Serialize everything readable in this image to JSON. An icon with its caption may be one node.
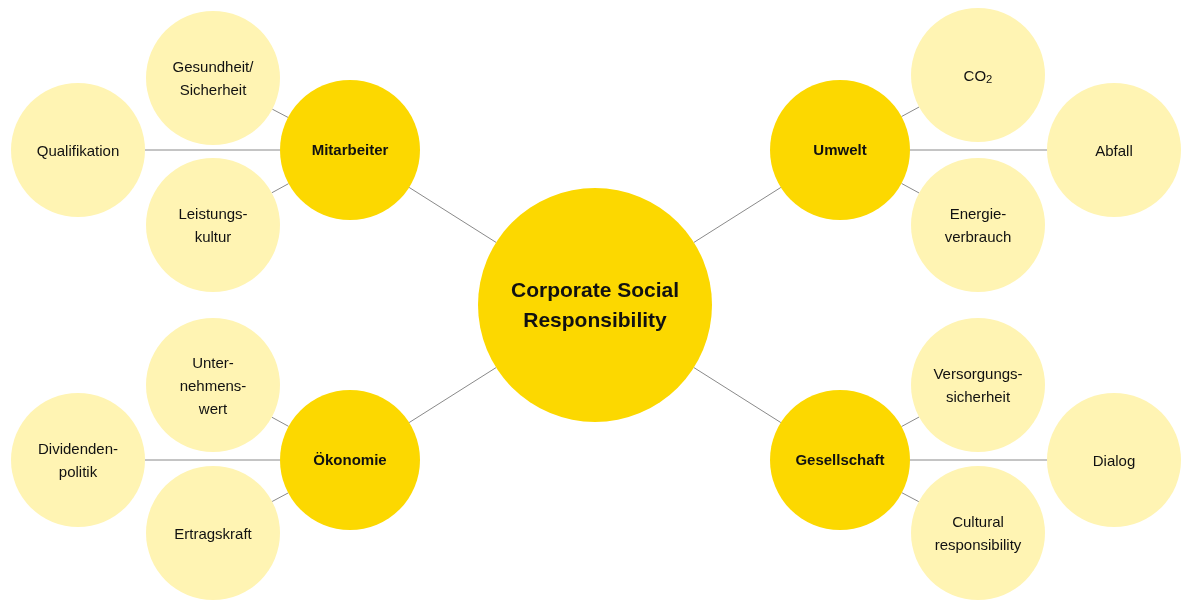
{
  "diagram": {
    "nodes": [
      {
        "text": [
          "Corporate Social Responsibility"
        ]
      },
      {
        "text": [
          "Mitarbeiter"
        ]
      },
      {
        "text": [
          "Gesundheit/ Sicherheit"
        ]
      },
      {
        "text": [
          "Qualifikation"
        ]
      },
      {
        "text": [
          "Leistungs- kultur"
        ]
      },
      {
        "text": [
          "Umwelt"
        ]
      },
      {
        "text": [
          "CO$_{2}$"
        ]
      },
      {
        "text": [
          "Abfall"
        ]
      },
      {
        "text": [
          "Energie- verbrauch"
        ]
      },
      {
        "text": [
          "Ökonomie"
        ]
      },
      {
        "text": [
          "Unter- nehmens- wert"
        ]
      },
      {
        "text": [
          "Dividenden- politik"
        ]
      },
      {
        "text": [
          "Ertragskraft"
        ]
      },
      {
        "text": [
          "Gesellschaft"
        ]
      },
      {
        "text": [
          "Versorgungs- sicherheit"
        ]
      },
      {
        "text": [
          "Dialog"
        ]
      },
      {
        "text": [
          "Cultural responsibility"
        ]
      }
    ],
    "edges": [
      {
        "from": 0,
        "to": 1,
        "arrow": "none"
      },
      {
        "from": 0,
        "to": 5,
        "arrow": "none"
      },
      {
        "from": 0,
        "to": 9,
        "arrow": "none"
      },
      {
        "from": 0,
        "to": 13,
        "arrow": "none"
      },
      {
        "from": 1,
        "to": 2,
        "arrow": "none"
      },
      {
        "from": 1,
        "to": 3,
        "arrow": "none"
      },
      {
        "from": 1,
        "to": 4,
        "arrow": "none"
      },
      {
        "from": 5,
        "to": 6,
        "arrow": "none"
      },
      {
        "from": 5,
        "to": 7,
        "arrow": "none"
      },
      {
        "from": 5,
        "to": 8,
        "arrow": "none"
      },
      {
        "from": 9,
        "to": 10,
        "arrow": "none"
      },
      {
        "from": 9,
        "to": 11,
        "arrow": "none"
      },
      {
        "from": 9,
        "to": 12,
        "arrow": "none"
      },
      {
        "from": 13,
        "to": 14,
        "arrow": "none"
      },
      {
        "from": 13,
        "to": 15,
        "arrow": "none"
      },
      {
        "from": 13,
        "to": 16,
        "arrow": "none"
      }
    ]
  }
}
